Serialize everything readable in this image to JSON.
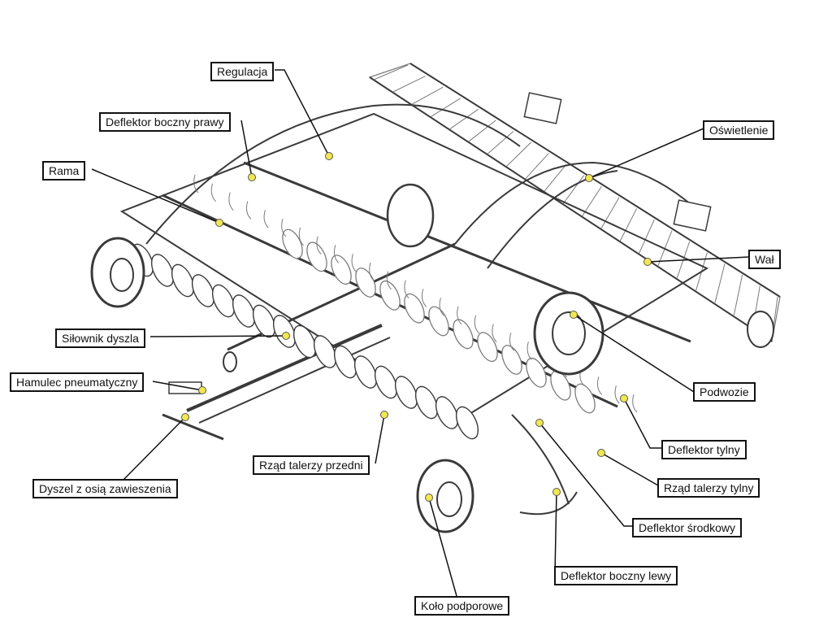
{
  "colors": {
    "line": "#111111",
    "marker_fill": "#f2e84a",
    "machine_stroke": "#3a3a3a",
    "machine_light": "#7a7a7a"
  },
  "labels": {
    "regulacja": "Regulacja",
    "deflektor_boczny_prawy": "Deflektor boczny prawy",
    "rama": "Rama",
    "oswietlenie": "Oświetlenie",
    "wal": "Wał",
    "silownik_dyszla": "Siłownik dyszla",
    "hamulec_pneumatyczny": "Hamulec pneumatyczny",
    "podwozie": "Podwozie",
    "deflektor_tylny": "Deflektor tylny",
    "rzad_talerzy_przedni": "Rząd talerzy przedni",
    "rzad_talerzy_tylny": "Rząd talerzy tylny",
    "dyszel_z_osia_zawieszenia": "Dyszel z osią zawieszenia",
    "deflektor_srodkowy": "Deflektor środkowy",
    "deflektor_boczny_lewy": "Deflektor boczny lewy",
    "kolo_podporowe": "Koło podporowe"
  }
}
